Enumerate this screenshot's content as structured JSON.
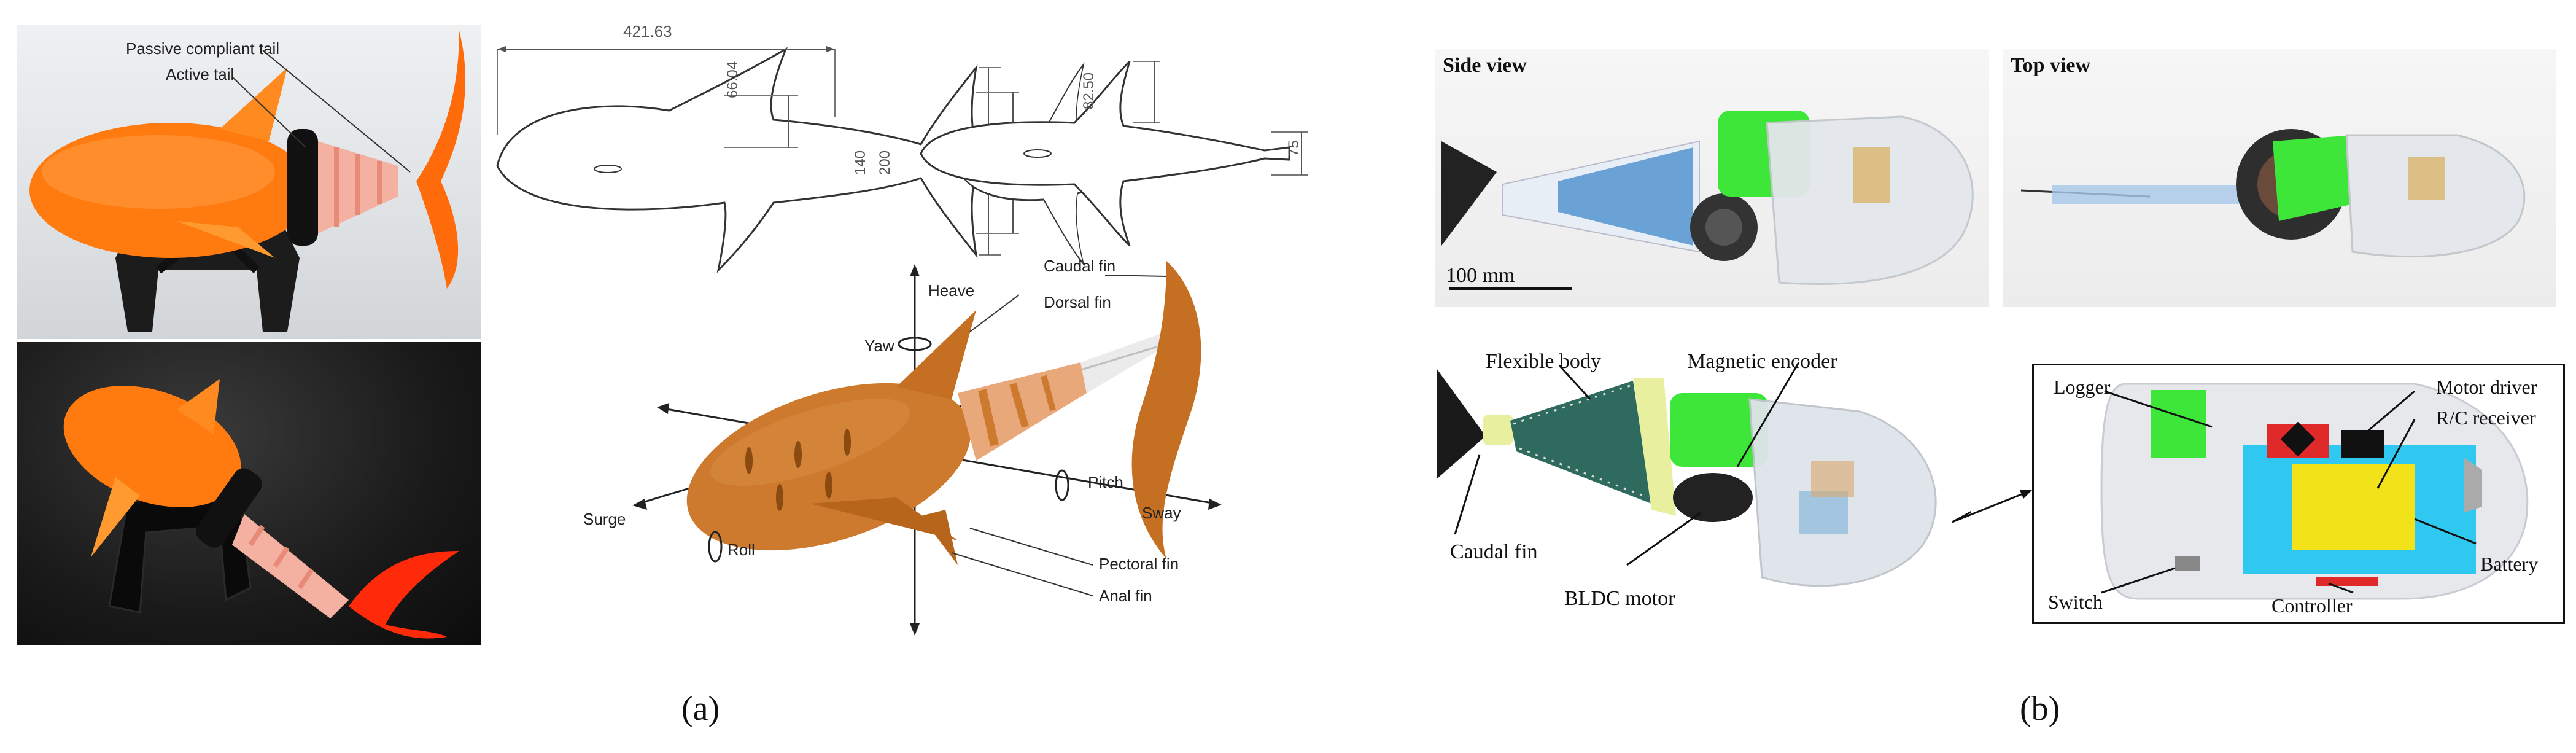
{
  "panel_a": {
    "photo_labels": {
      "passive_tail": "Passive compliant tail",
      "active_tail": "Active tail"
    },
    "dimensions": {
      "length": "421.63",
      "dorsal_height": "66.04",
      "body_height": "140",
      "tail_span": "200",
      "top_fin": "82.50",
      "top_width": "75"
    },
    "axes": {
      "heave": "Heave",
      "yaw": "Yaw",
      "pitch": "Pitch",
      "sway": "Sway",
      "surge": "Surge",
      "roll": "Roll"
    },
    "fins": {
      "caudal": "Caudal fin",
      "dorsal": "Dorsal fin",
      "pectoral": "Pectoral fin",
      "anal": "Anal fin"
    },
    "caption": "(a)",
    "colors": {
      "body": "#cd7a2e",
      "photo_orange": "#ff7a0f",
      "tail_pink": "#f0a08a"
    }
  },
  "panel_b": {
    "side_view": "Side view",
    "top_view": "Top view",
    "scale_bar": "100 mm",
    "labels": {
      "flexible_body": "Flexible body",
      "magnetic_encoder": "Magnetic encoder",
      "caudal_fin": "Caudal fin",
      "bldc_motor": "BLDC motor",
      "logger": "Logger",
      "motor_driver": "Motor driver",
      "rc_receiver": "R/C receiver",
      "battery": "Battery",
      "switch": "Switch",
      "controller": "Controller"
    },
    "caption": "(b)",
    "colors": {
      "green": "#3ee63a",
      "blue": "#5b9ad0",
      "battery_yellow": "#f2e21a",
      "controller_cyan": "#2fc8f0",
      "logger_red": "#e02a2a"
    }
  }
}
